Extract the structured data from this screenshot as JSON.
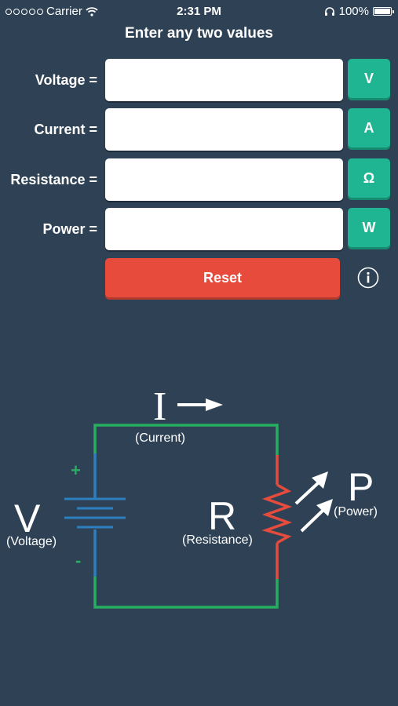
{
  "status_bar": {
    "carrier": "Carrier",
    "time": "2:31 PM",
    "battery": "100%"
  },
  "header": {
    "prompt": "Enter any two values"
  },
  "inputs": [
    {
      "label": "Voltage =",
      "value": "",
      "unit": "V"
    },
    {
      "label": "Current =",
      "value": "",
      "unit": "A"
    },
    {
      "label": "Resistance =",
      "value": "",
      "unit": "Ω"
    },
    {
      "label": "Power =",
      "value": "",
      "unit": "W"
    }
  ],
  "actions": {
    "reset_label": "Reset",
    "info_icon": "info-circle-icon"
  },
  "diagram": {
    "current_symbol": "I",
    "current_label": "(Current)",
    "voltage_symbol": "V",
    "voltage_label": "(Voltage)",
    "resistance_symbol": "R",
    "resistance_label": "(Resistance)",
    "power_symbol": "P",
    "power_label": "(Power)",
    "plus_sign": "+",
    "minus_sign": "-"
  },
  "colors": {
    "background": "#2f4255",
    "unit_button": "#1fb592",
    "reset_button": "#e64b3c",
    "wire_green": "#27ae60",
    "wire_blue": "#2e7fc0",
    "wire_red": "#e64b3c"
  }
}
